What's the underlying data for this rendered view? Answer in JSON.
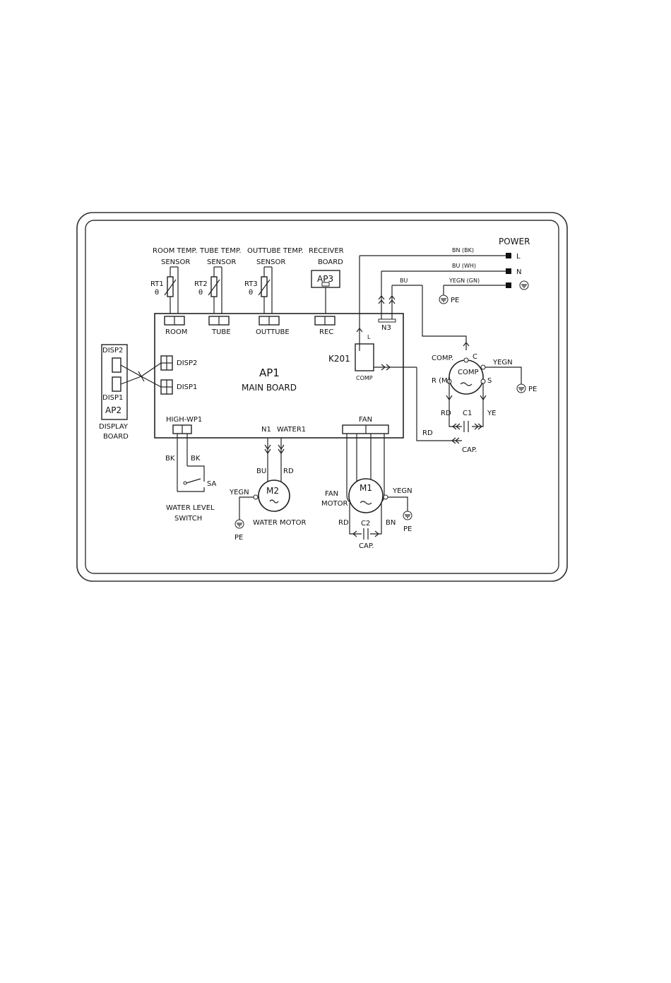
{
  "power": {
    "title": "POWER",
    "wires": [
      "BN (BK)",
      "BU (WH)",
      "YEGN (GN)"
    ],
    "terminals": [
      "L",
      "N"
    ]
  },
  "sensors": [
    {
      "title1": "ROOM TEMP.",
      "title2": "SENSOR",
      "id": "RT1",
      "theta": "θ",
      "port": "ROOM"
    },
    {
      "title1": "TUBE TEMP.",
      "title2": "SENSOR",
      "id": "RT2",
      "theta": "θ",
      "port": "TUBE"
    },
    {
      "title1": "OUTTUBE TEMP.",
      "title2": "SENSOR",
      "id": "RT3",
      "theta": "θ",
      "port": "OUTTUBE"
    }
  ],
  "receiver": {
    "title1": "RECEIVER",
    "title2": "BOARD",
    "id": "AP3",
    "port": "REC"
  },
  "main_board": {
    "id": "AP1",
    "name": "MAIN BOARD",
    "relay": "K201",
    "relay_port": "COMP",
    "relay_terminal": "L",
    "n3": "N3"
  },
  "display": {
    "id": "AP2",
    "disp2": "DISP2",
    "disp1": "DISP1",
    "caption1": "DISPLAY",
    "caption2": "BOARD"
  },
  "water": {
    "port": "HIGH-WP1",
    "bk1": "BK",
    "bk2": "BK",
    "sa": "SA",
    "caption1": "WATER LEVEL",
    "caption2": "SWITCH",
    "n1": "N1",
    "water1": "WATER1",
    "bu": "BU",
    "rd": "RD"
  },
  "water_motor": {
    "id": "M2",
    "name": "WATER MOTOR",
    "yegn": "YEGN",
    "pe": "PE"
  },
  "fan": {
    "port": "FAN",
    "id": "M1",
    "name1": "FAN",
    "name2": "MOTOR",
    "yegn": "YEGN",
    "pe": "PE",
    "rd": "RD",
    "bn": "BN",
    "cap_id": "C2",
    "cap": "CAP."
  },
  "compressor": {
    "title": "COMP.",
    "id": "COMP",
    "c": "C",
    "s": "S",
    "r": "R (M)",
    "yegn": "YEGN",
    "pe": "PE",
    "rd": "RD",
    "ye": "YE",
    "cap_id": "C1",
    "cap": "CAP.",
    "rd2": "RD",
    "bu": "BU",
    "pe_top": "PE"
  }
}
